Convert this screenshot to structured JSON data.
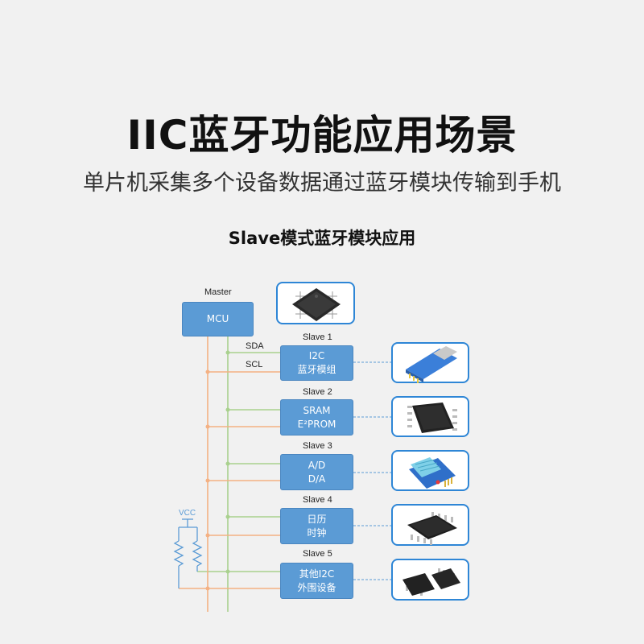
{
  "header": {
    "title": "IIC蓝牙功能应用场景",
    "subtitle": "单片机采集多个设备数据通过蓝牙模块传输到手机",
    "section": "Slave模式蓝牙模块应用"
  },
  "diagram": {
    "master_label": "Master",
    "mcu_label": "MCU",
    "sda_label": "SDA",
    "scl_label": "SCL",
    "vcc_label": "VCC",
    "slaves": [
      {
        "label": "Slave 1",
        "line1": "I2C",
        "line2": "蓝牙模组",
        "icon": "bluetooth-module-icon"
      },
      {
        "label": "Slave 2",
        "line1": "SRAM",
        "line2": "E²PROM",
        "icon": "eeprom-chip-icon"
      },
      {
        "label": "Slave 3",
        "line1": "A/D",
        "line2": "D/A",
        "icon": "sensor-module-icon"
      },
      {
        "label": "Slave 4",
        "line1": "日历",
        "line2": "时钟",
        "icon": "clock-chip-icon"
      },
      {
        "label": "Slave 5",
        "line1": "其他I2C",
        "line2": "外围设备",
        "icon": "peripheral-chips-icon"
      }
    ],
    "colors": {
      "box": "#5b9bd5",
      "sda_line": "#a9d18e",
      "scl_line": "#f4b183",
      "card_border": "#2e86d6",
      "resistor": "#5b9bd5"
    }
  }
}
